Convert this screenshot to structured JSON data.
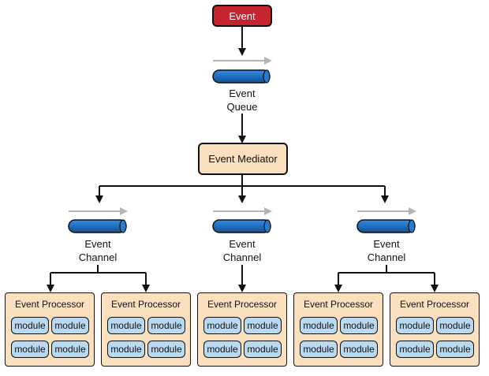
{
  "event": {
    "label": "Event"
  },
  "queue": {
    "line1": "Event",
    "line2": "Queue"
  },
  "mediator": {
    "label": "Event Mediator"
  },
  "channels": [
    {
      "line1": "Event",
      "line2": "Channel"
    },
    {
      "line1": "Event",
      "line2": "Channel"
    },
    {
      "line1": "Event",
      "line2": "Channel"
    }
  ],
  "processors": [
    {
      "title": "Event Processor",
      "modules": [
        "module",
        "module",
        "module",
        "module"
      ]
    },
    {
      "title": "Event Processor",
      "modules": [
        "module",
        "module",
        "module",
        "module"
      ]
    },
    {
      "title": "Event Processor",
      "modules": [
        "module",
        "module",
        "module",
        "module"
      ]
    },
    {
      "title": "Event Processor",
      "modules": [
        "module",
        "module",
        "module",
        "module"
      ]
    },
    {
      "title": "Event Processor",
      "modules": [
        "module",
        "module",
        "module",
        "module"
      ]
    }
  ],
  "colors": {
    "event_red": "#c6242f",
    "pipe_blue": "#1f6fc0",
    "box_peach": "#fbe0c0",
    "module_blue": "#b9d9f0",
    "flow_arrow_gray": "#b5b5b5"
  }
}
